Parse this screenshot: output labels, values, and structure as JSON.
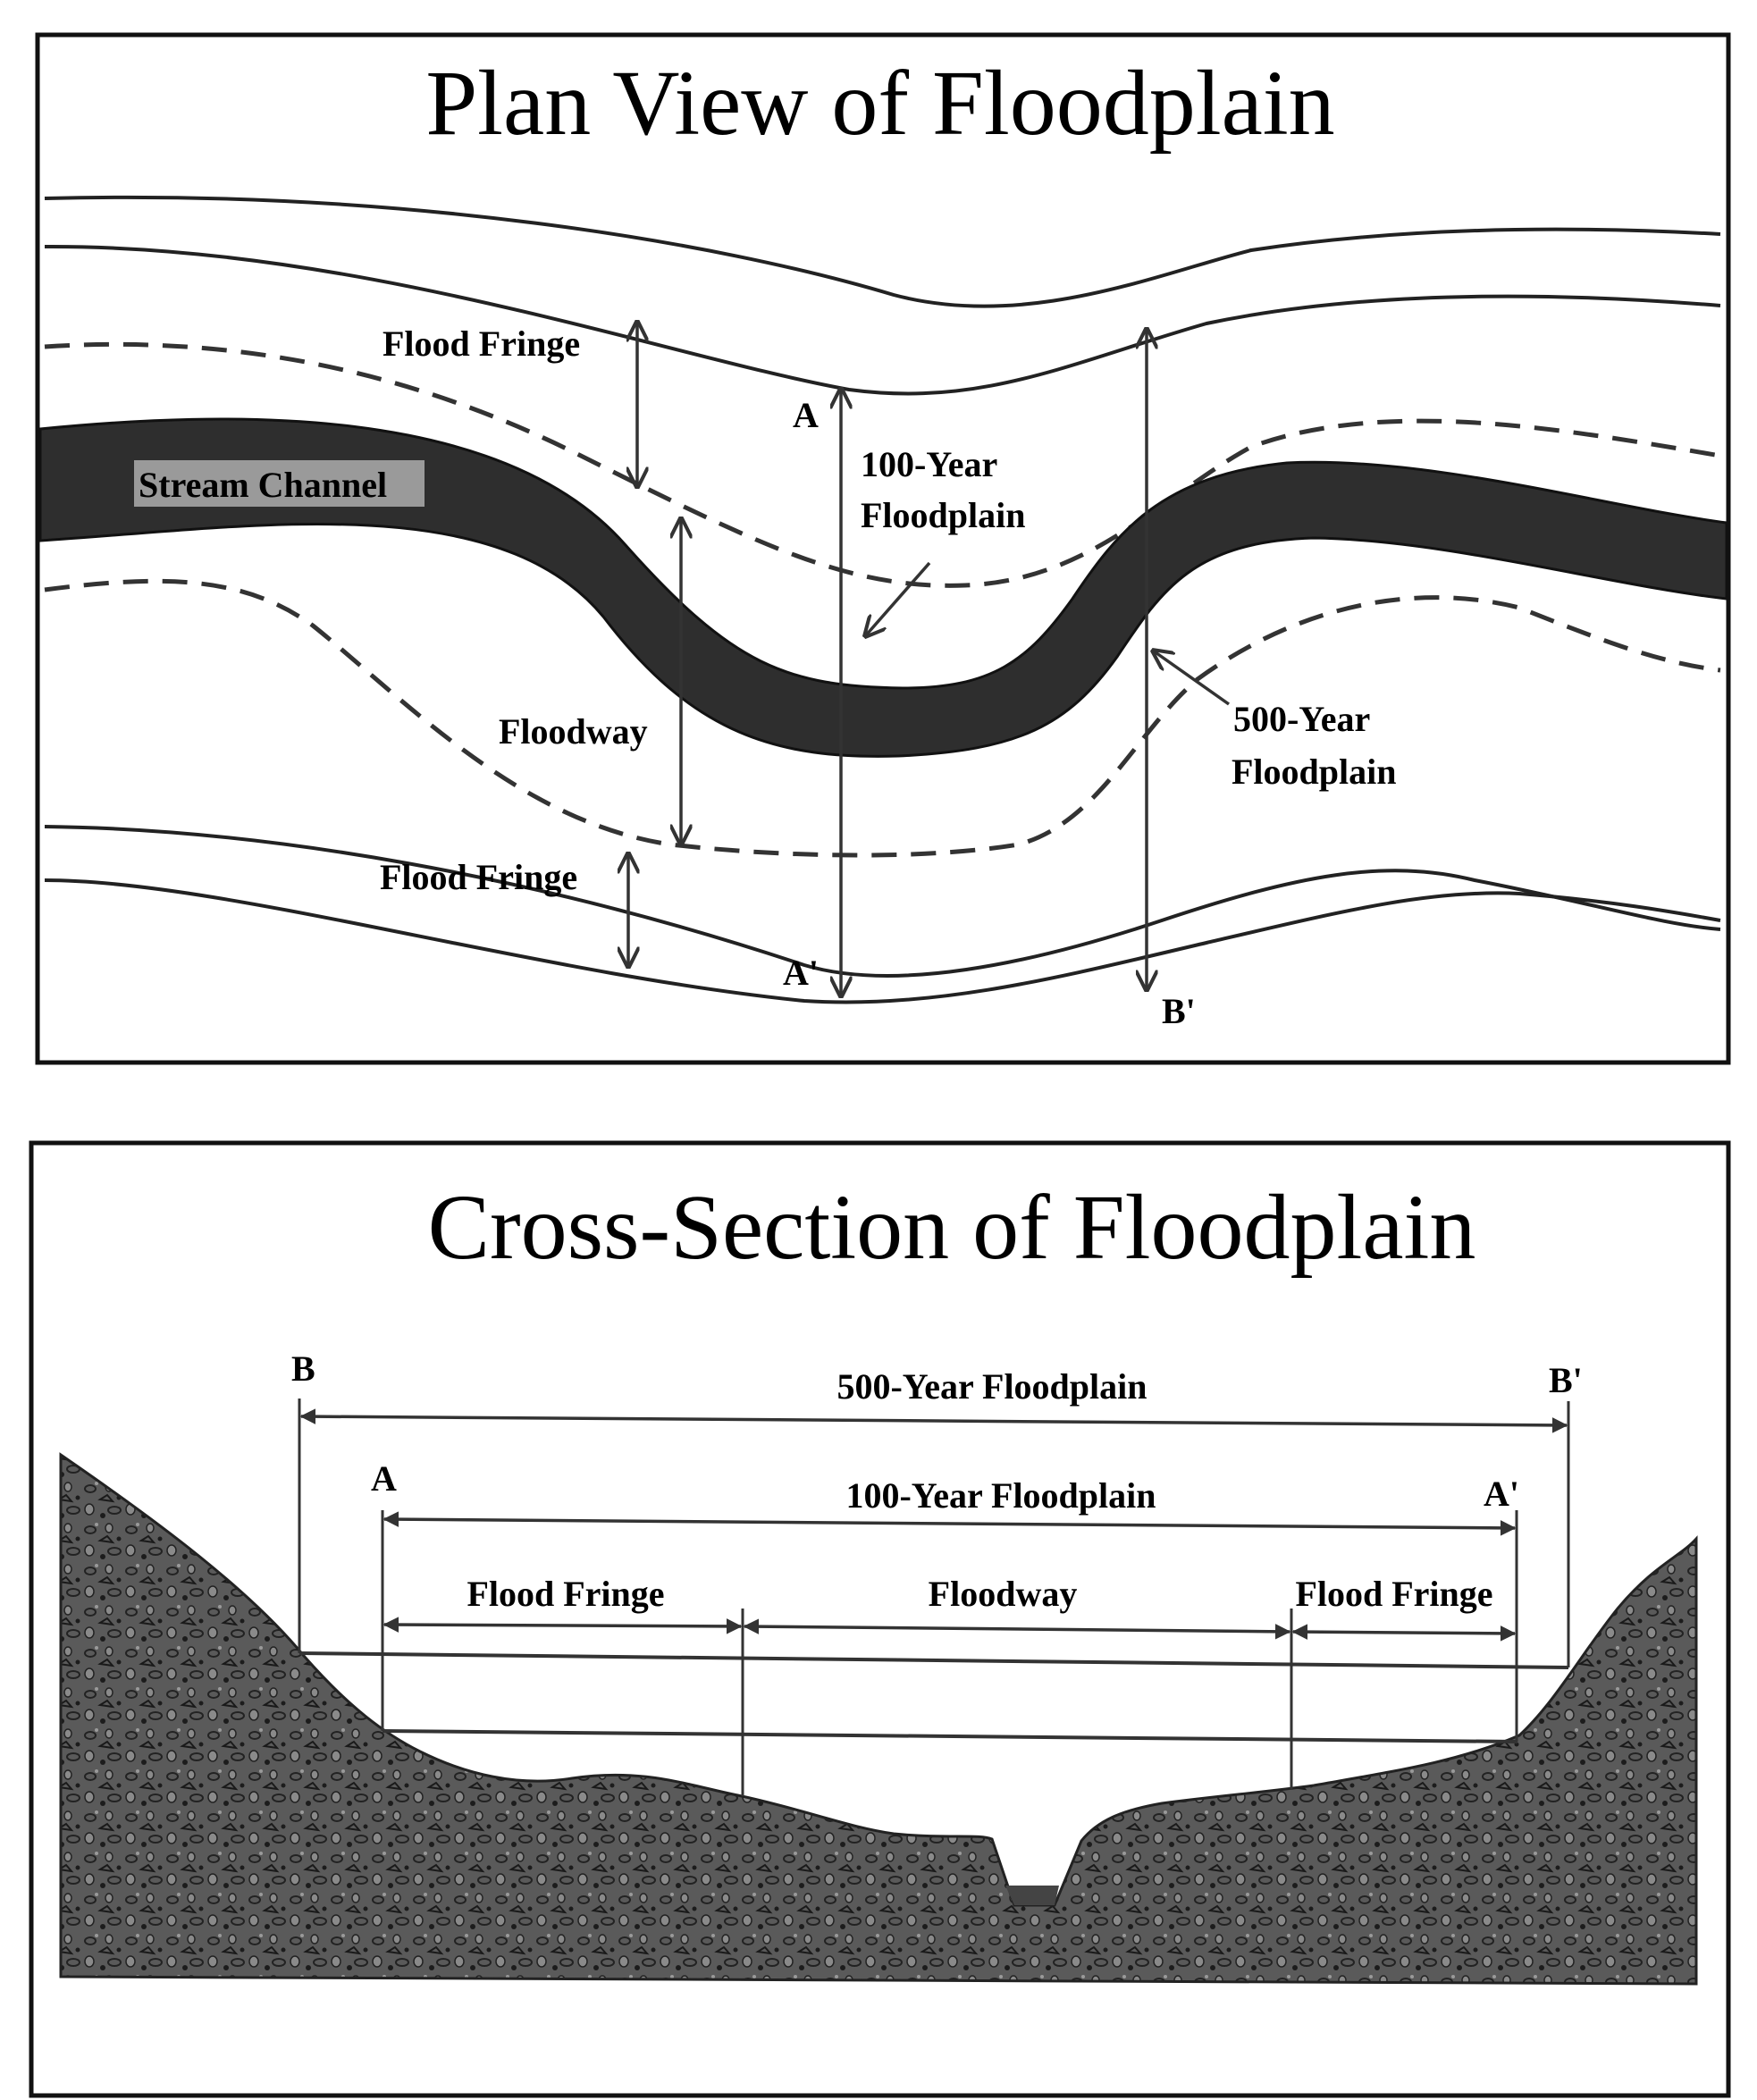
{
  "plan_view": {
    "title": "Plan View of Floodplain",
    "labels": {
      "flood_fringe_top": "Flood Fringe",
      "stream_channel": "Stream Channel",
      "floodway": "Floodway",
      "flood_fringe_bottom": "Flood Fringe",
      "a": "A",
      "a_prime": "A'",
      "b_prime": "B'",
      "floodplain_100_line1": "100-Year",
      "floodplain_100_line2": "Floodplain",
      "floodplain_500_line1": "500-Year",
      "floodplain_500_line2": "Floodplain"
    }
  },
  "cross_section": {
    "title": "Cross-Section of Floodplain",
    "labels": {
      "b": "B",
      "b_prime": "B'",
      "a": "A",
      "a_prime": "A'",
      "floodplain_500": "500-Year Floodplain",
      "floodplain_100": "100-Year Floodplain",
      "flood_fringe_left": "Flood Fringe",
      "floodway": "Floodway",
      "flood_fringe_right": "Flood Fringe"
    }
  },
  "colors": {
    "channel": "#2e2e2e",
    "terrain": "#5a5a5a",
    "line": "#222222",
    "channel_label_bg": "#9a9a9a"
  }
}
